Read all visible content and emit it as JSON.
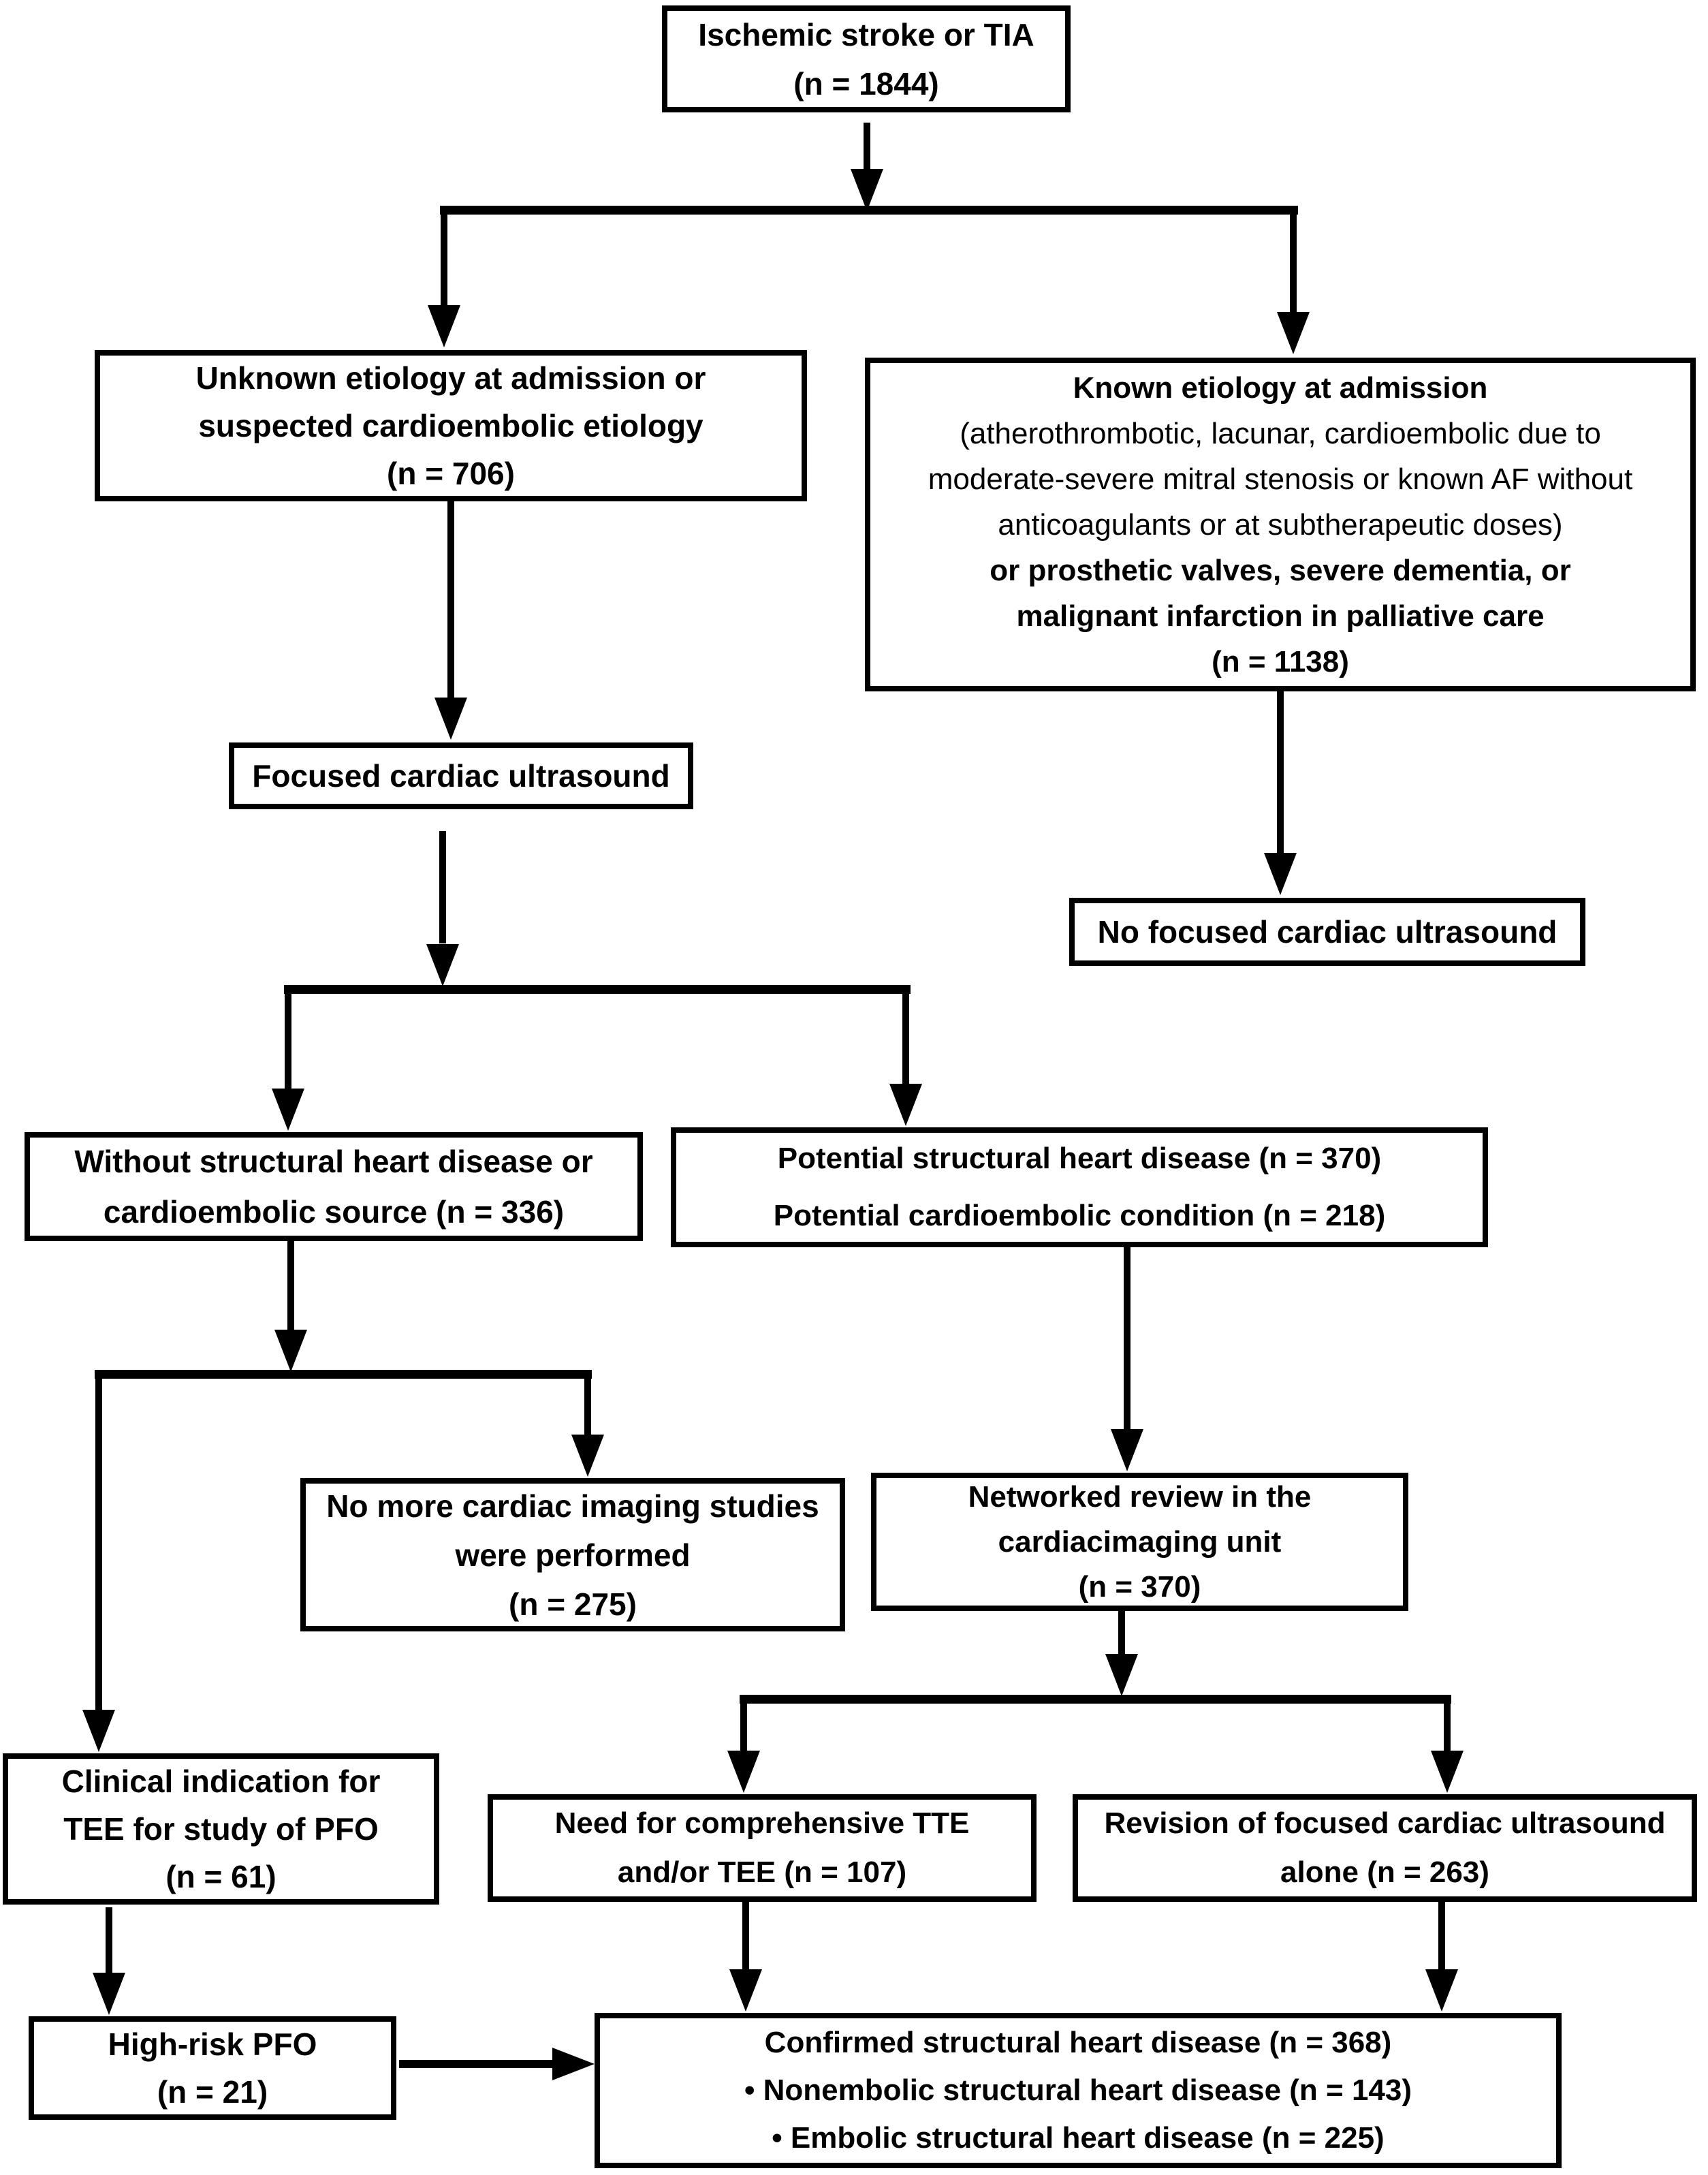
{
  "colors": {
    "line": "#000000",
    "background": "#ffffff",
    "text": "#000000"
  },
  "nodes": {
    "ischemic_stroke": {
      "lines": [
        "Ischemic stroke or TIA",
        "(n = 1844)"
      ]
    },
    "unknown_etiology": {
      "lines": [
        "Unknown etiology at admission or",
        "suspected cardioembolic etiology",
        "(n = 706)"
      ]
    },
    "known_etiology": {
      "lines": [
        "Known etiology at admission",
        "(atherothrombotic, lacunar, cardioembolic due to",
        "moderate-severe mitral stenosis or known AF without",
        "anticoagulants or at subtherapeutic doses)",
        "or prosthetic valves, severe dementia, or",
        "malignant infarction in palliative care",
        "(n = 1138)"
      ]
    },
    "focused_ultrasound": {
      "lines": [
        "Focused cardiac ultrasound"
      ]
    },
    "no_focused_ultrasound": {
      "lines": [
        "No focused cardiac ultrasound"
      ]
    },
    "without_shd": {
      "lines": [
        "Without structural heart disease or",
        "cardioembolic source (n = 336)"
      ]
    },
    "potential_shd": {
      "lines": [
        "Potential structural heart disease (n = 370)",
        "Potential cardioembolic condition (n = 218)"
      ]
    },
    "no_more_imaging": {
      "lines": [
        "No more cardiac imaging studies",
        "were performed",
        "(n = 275)"
      ]
    },
    "networked_review": {
      "lines": [
        "Networked review in the",
        "cardiacimaging unit",
        "(n = 370)"
      ]
    },
    "clinical_indication_tee": {
      "lines": [
        "Clinical indication for",
        "TEE for study of PFO",
        "(n = 61)"
      ]
    },
    "need_tte_tee": {
      "lines": [
        "Need for comprehensive TTE",
        "and/or TEE (n = 107)"
      ]
    },
    "revision_focused": {
      "lines": [
        "Revision of focused cardiac ultrasound",
        "alone (n = 263)"
      ]
    },
    "high_risk_pfo": {
      "lines": [
        "High-risk PFO",
        "(n = 21)"
      ]
    },
    "confirmed_shd": {
      "lines": [
        "Confirmed structural heart disease (n = 368)",
        "• Nonembolic structural heart disease (n = 143)",
        "• Embolic structural heart disease (n = 225)"
      ]
    }
  }
}
